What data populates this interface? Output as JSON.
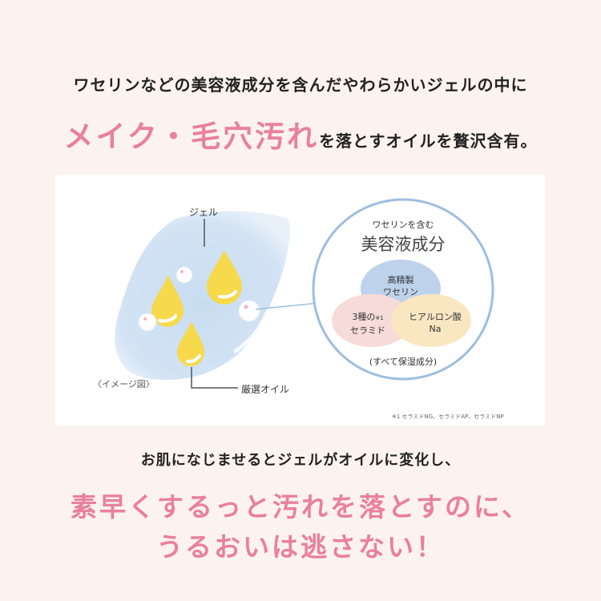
{
  "headline": {
    "line1": "ワセリンなどの美容液成分を含んだやわらかいジェルの中に",
    "line2_highlight": "メイク・毛穴汚れ",
    "line2_rest": "を落とすオイルを贅沢含有。"
  },
  "illustration": {
    "gel_label": "ジェル",
    "oil_label": "厳選オイル",
    "image_note": "〈イメージ図〉",
    "circle_subtitle": "ワセリンを含む",
    "circle_title": "美容液成分",
    "venn": {
      "top": [
        "高精製",
        "ワセリン"
      ],
      "left": [
        "3種の",
        "セラミド"
      ],
      "left_note": "※1",
      "right": [
        "ヒアルロン酸",
        "Na"
      ]
    },
    "circle_footer": "(すべて保湿成分)",
    "footnote": "※1 セラミドNG、セラミドAP、セラミドNP",
    "colors": {
      "gel": "#cfe0f2",
      "oil": "#f7d94c",
      "venn_top": "#a9c3e6",
      "venn_left": "#f4cfcb",
      "venn_right": "#f8dfae",
      "ring": "#9dbedf"
    }
  },
  "bottom": {
    "line1": "お肌になじませるとジェルがオイルに変化し、",
    "line2": "素早くするっと汚れを落とすのに、",
    "line3": "うるおいは逃さない！"
  },
  "accent_color": "#e9809d"
}
